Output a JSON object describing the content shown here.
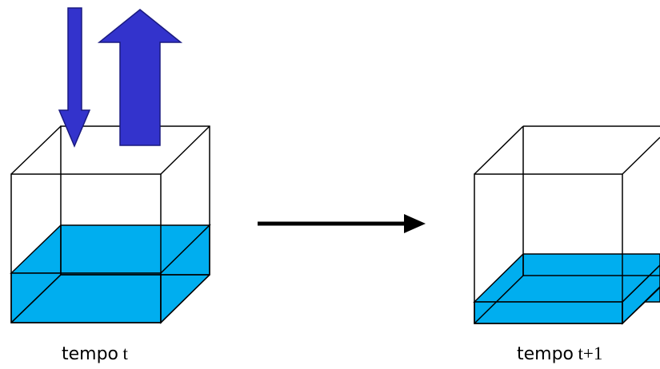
{
  "labels": {
    "time_word": "tempo",
    "time_t": "t",
    "time_t_plus_1": "t+1"
  },
  "colors": {
    "water": "#00AEEF",
    "arrow": "#3333CC",
    "arrow_outline": "#1A1A80",
    "lines": "#000000"
  },
  "water_level": {
    "before": 0.45,
    "after": 0.12
  },
  "icons": {
    "inflow": "down-arrow-icon",
    "outflow": "up-arrow-icon",
    "transition": "right-arrow-icon"
  }
}
